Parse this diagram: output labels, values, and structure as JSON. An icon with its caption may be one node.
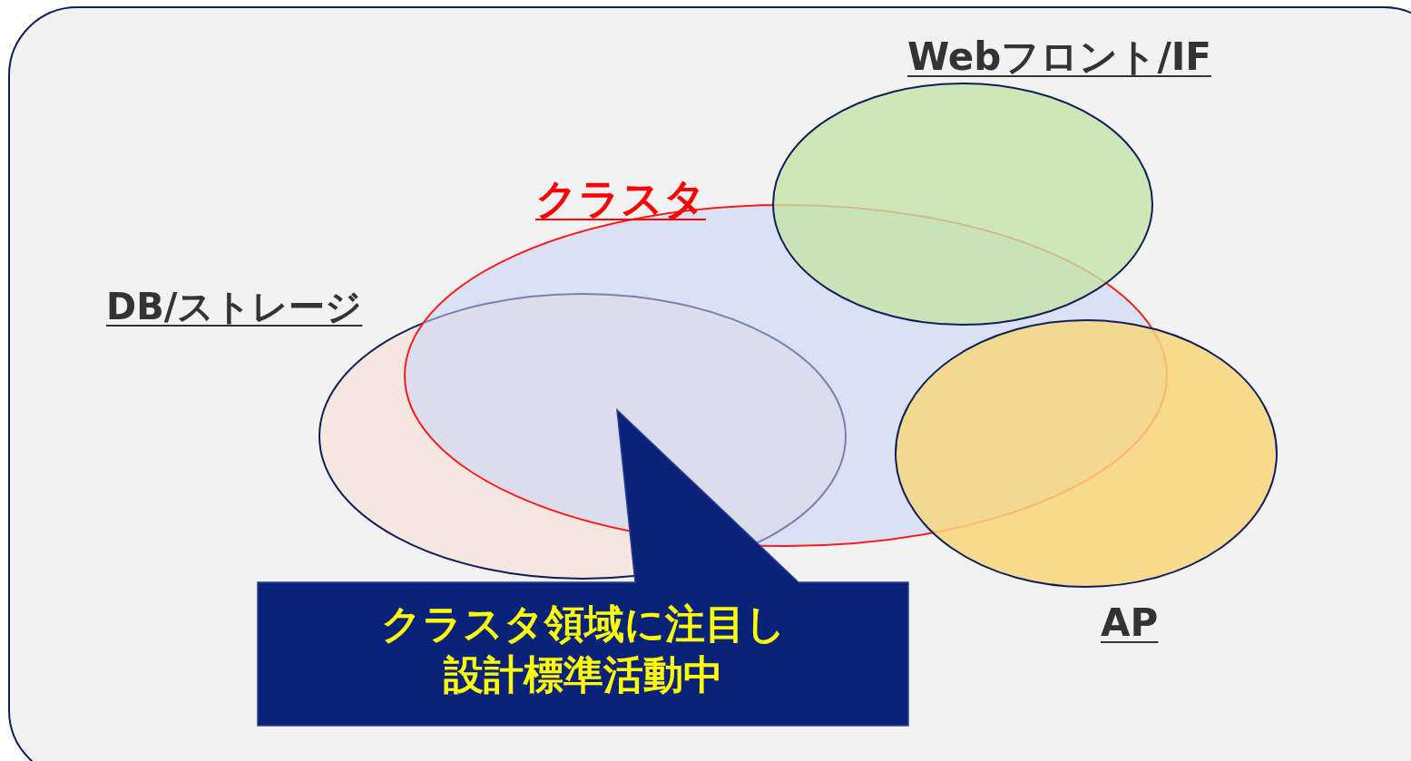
{
  "diagram": {
    "nodes": [
      {
        "text": [
          "Webフロント/IF"
        ]
      },
      {
        "text": [
          "クラスタ"
        ]
      },
      {
        "text": [
          "DB/ストレージ"
        ]
      },
      {
        "text": [
          "AP"
        ]
      },
      {
        "text": [
          "クラスタ領域に注目し設計標準活動中"
        ]
      }
    ]
  }
}
